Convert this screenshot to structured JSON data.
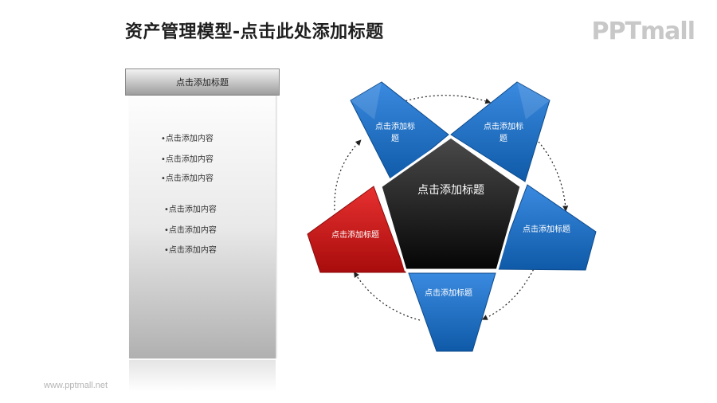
{
  "title": "资产管理模型-点击此处添加标题",
  "logo": "PPTmall",
  "footer_url": "www.pptmall.net",
  "panel": {
    "header": "点击添加标题",
    "bullets": [
      "•点击添加内容",
      "•点击添加内容",
      "•点击添加内容",
      "•点击添加内容",
      "•点击添加内容",
      "•点击添加内容"
    ]
  },
  "diagram": {
    "center_label": "点击添加标题",
    "segments": {
      "top_left": {
        "line1": "点击添加标",
        "line2": "题",
        "color": "blue"
      },
      "top_right": {
        "line1": "点击添加标",
        "line2": "题",
        "color": "blue"
      },
      "right": {
        "label": "点击添加标题",
        "color": "blue"
      },
      "bottom": {
        "label": "点击添加标题",
        "color": "blue"
      },
      "left": {
        "label": "点击添加标题",
        "color": "red"
      }
    },
    "colors": {
      "blue": "#1f6fc0",
      "red": "#d41a1a",
      "center": "#1a1a1a"
    }
  }
}
